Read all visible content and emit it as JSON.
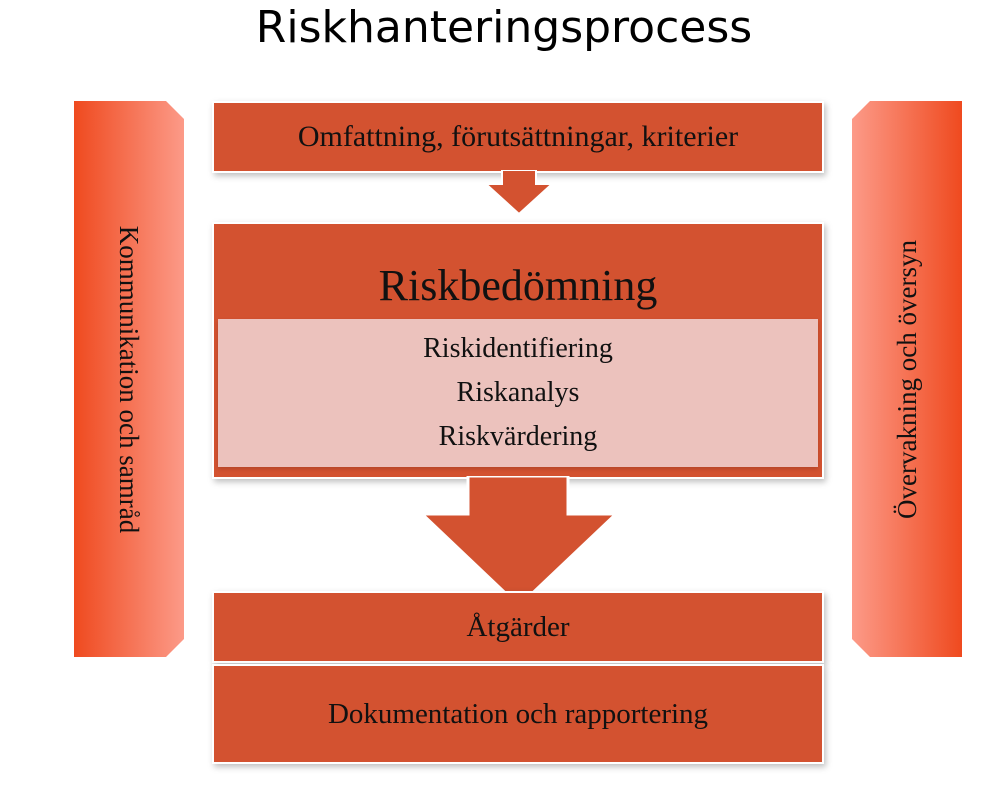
{
  "title": "Riskhanteringsprocess",
  "scope_box": "Omfattning, förutsättningar, kriterier",
  "assessment": {
    "title": "Riskbedömning",
    "steps": [
      "Riskidentifiering",
      "Riskanalys",
      "Riskvärdering"
    ]
  },
  "actions_box": "Åtgärder",
  "documentation_box": "Dokumentation och rapportering",
  "left_bar": "Kommunikation och samråd",
  "right_bar": "Övervakning och översyn",
  "colors": {
    "box": "#d35230",
    "inner_panel": "#ecc2bd",
    "side_bar_dark": "#ef4a1f",
    "side_bar_light": "#fc9a88"
  }
}
